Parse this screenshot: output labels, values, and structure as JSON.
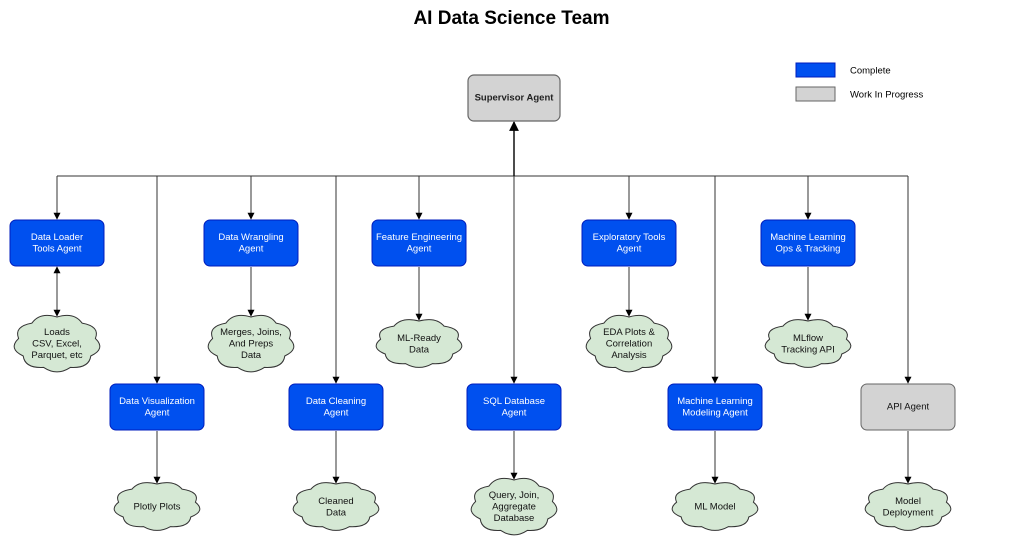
{
  "title": "AI Data Science Team",
  "colors": {
    "complete_fill": "#0050ef",
    "complete_stroke": "#001dbc",
    "wip_fill": "#d3d3d3",
    "wip_stroke": "#666666",
    "cloud_fill": "#d5e8d4",
    "cloud_stroke": "#333333",
    "edge": "#333333"
  },
  "legend": [
    {
      "label": "Complete",
      "status": "complete"
    },
    {
      "label": "Work In Progress",
      "status": "wip"
    }
  ],
  "supervisor": {
    "lines": [
      "Supervisor Agent"
    ],
    "status": "wip"
  },
  "agents": [
    {
      "id": "data-loader",
      "lines": [
        "Data Loader",
        "Tools Agent"
      ],
      "status": "complete",
      "row": 1,
      "bidirectional": true,
      "output": [
        "Loads",
        "CSV, Excel,",
        "Parquet, etc"
      ]
    },
    {
      "id": "data-visualization",
      "lines": [
        "Data Visualization",
        "Agent"
      ],
      "status": "complete",
      "row": 2,
      "output": [
        "Plotly Plots"
      ]
    },
    {
      "id": "data-wrangling",
      "lines": [
        "Data Wrangling",
        "Agent"
      ],
      "status": "complete",
      "row": 1,
      "output": [
        "Merges, Joins,",
        "And Preps",
        "Data"
      ]
    },
    {
      "id": "data-cleaning",
      "lines": [
        "Data Cleaning",
        "Agent"
      ],
      "status": "complete",
      "row": 2,
      "output": [
        "Cleaned",
        "Data"
      ]
    },
    {
      "id": "feature-engineering",
      "lines": [
        "Feature Engineering",
        "Agent"
      ],
      "status": "complete",
      "row": 1,
      "output": [
        "ML-Ready",
        "Data"
      ]
    },
    {
      "id": "sql-database",
      "lines": [
        "SQL Database",
        "Agent"
      ],
      "status": "complete",
      "row": 2,
      "output": [
        "Query, Join,",
        "Aggregate",
        "Database"
      ]
    },
    {
      "id": "exploratory-tools",
      "lines": [
        "Exploratory Tools",
        "Agent"
      ],
      "status": "complete",
      "row": 1,
      "output": [
        "EDA Plots &",
        "Correlation",
        "Analysis"
      ]
    },
    {
      "id": "ml-modeling",
      "lines": [
        "Machine Learning",
        "Modeling Agent"
      ],
      "status": "complete",
      "row": 2,
      "output": [
        "ML Model"
      ]
    },
    {
      "id": "ml-ops",
      "lines": [
        "Machine Learning",
        "Ops & Tracking"
      ],
      "status": "complete",
      "row": 1,
      "output": [
        "MLflow",
        "Tracking API"
      ]
    },
    {
      "id": "api",
      "lines": [
        "API Agent"
      ],
      "status": "wip",
      "row": 2,
      "output": [
        "Model",
        "Deployment"
      ]
    }
  ]
}
